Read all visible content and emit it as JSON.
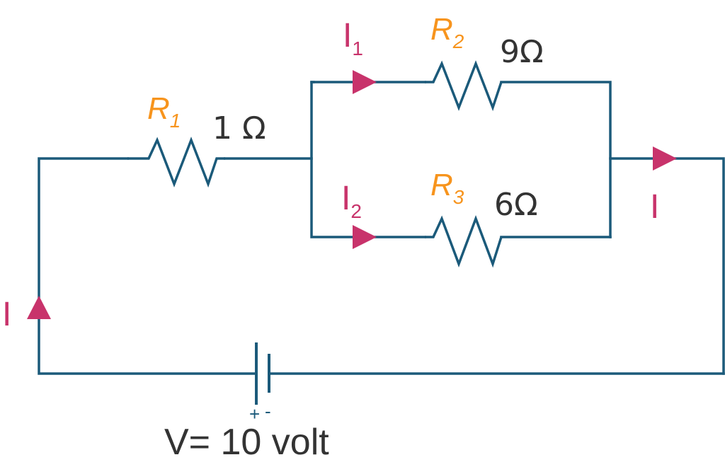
{
  "colors": {
    "wire": "#1b5a7a",
    "resistor_label": "#f7941d",
    "current": "#c8336b",
    "value_text": "#333333",
    "voltage_text": "#333333"
  },
  "resistors": {
    "r1": {
      "letter": "R",
      "sub": "1",
      "value": "1 Ω"
    },
    "r2": {
      "letter": "R",
      "sub": "2",
      "value": "9Ω"
    },
    "r3": {
      "letter": "R",
      "sub": "3",
      "value": "6Ω"
    }
  },
  "currents": {
    "i1": {
      "letter": "I",
      "sub": "1"
    },
    "i2": {
      "letter": "I",
      "sub": "2"
    },
    "i_right": "I",
    "i_left": "I"
  },
  "battery": {
    "plus": "+",
    "minus": "-",
    "voltage_label": "V= 10 volt"
  }
}
